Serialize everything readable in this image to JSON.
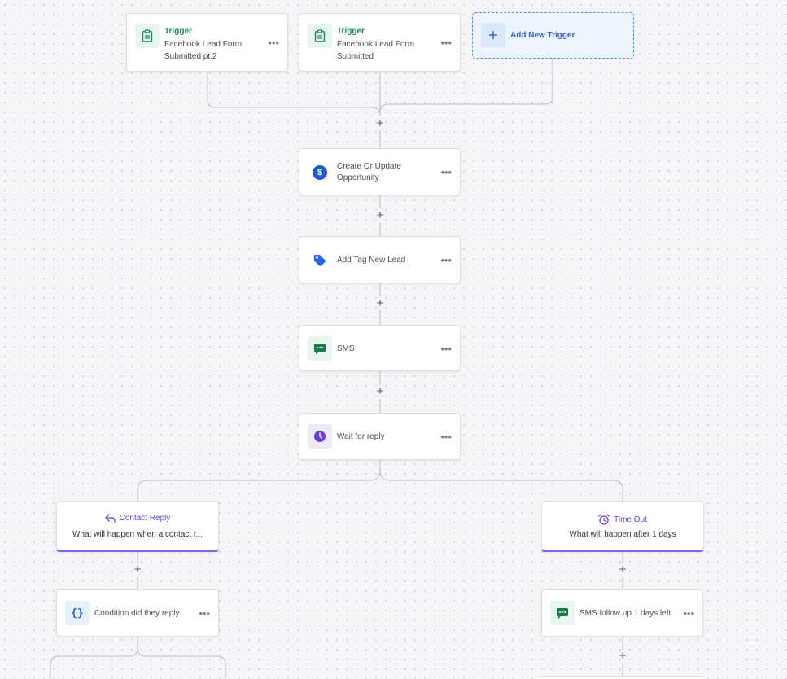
{
  "triggers": [
    {
      "title": "Trigger",
      "subtitle": "Facebook Lead Form Submitted pt.2",
      "icon": "clipboard-icon"
    },
    {
      "title": "Trigger",
      "subtitle": "Facebook Lead Form Submitted",
      "icon": "clipboard-icon"
    }
  ],
  "add_trigger": {
    "label": "Add New Trigger",
    "icon": "plus-icon"
  },
  "actions": [
    {
      "label": "Create Or Update Opportunity",
      "icon": "dollar-icon"
    },
    {
      "label": "Add Tag New Lead",
      "icon": "tag-icon"
    },
    {
      "label": "SMS",
      "icon": "sms-icon"
    },
    {
      "label": "Wait for reply",
      "icon": "clock-icon"
    }
  ],
  "branches": {
    "contact_reply": {
      "title": "Contact Reply",
      "description": "What will happen when a contact r...",
      "icon": "reply-arrow-icon"
    },
    "time_out": {
      "title": "Time Out",
      "description": "What will happen after 1 days",
      "icon": "alarm-clock-icon"
    }
  },
  "branch_actions": {
    "left": {
      "label": "Condition did they reply",
      "icon": "braces-icon"
    },
    "right": {
      "label": "SMS follow up 1 days left",
      "icon": "sms-icon"
    }
  },
  "more_symbol": "•••",
  "plus_symbol": "+",
  "colors": {
    "trigger_green": "#1b8a5a",
    "branch_purple": "#8a5cf0",
    "icon_blue": "#2563eb",
    "sms_green": "#1a7a4c",
    "wait_purple": "#6e3ed8",
    "add_trigger_bg": "#eef4fd",
    "add_trigger_border": "#5b8def"
  }
}
